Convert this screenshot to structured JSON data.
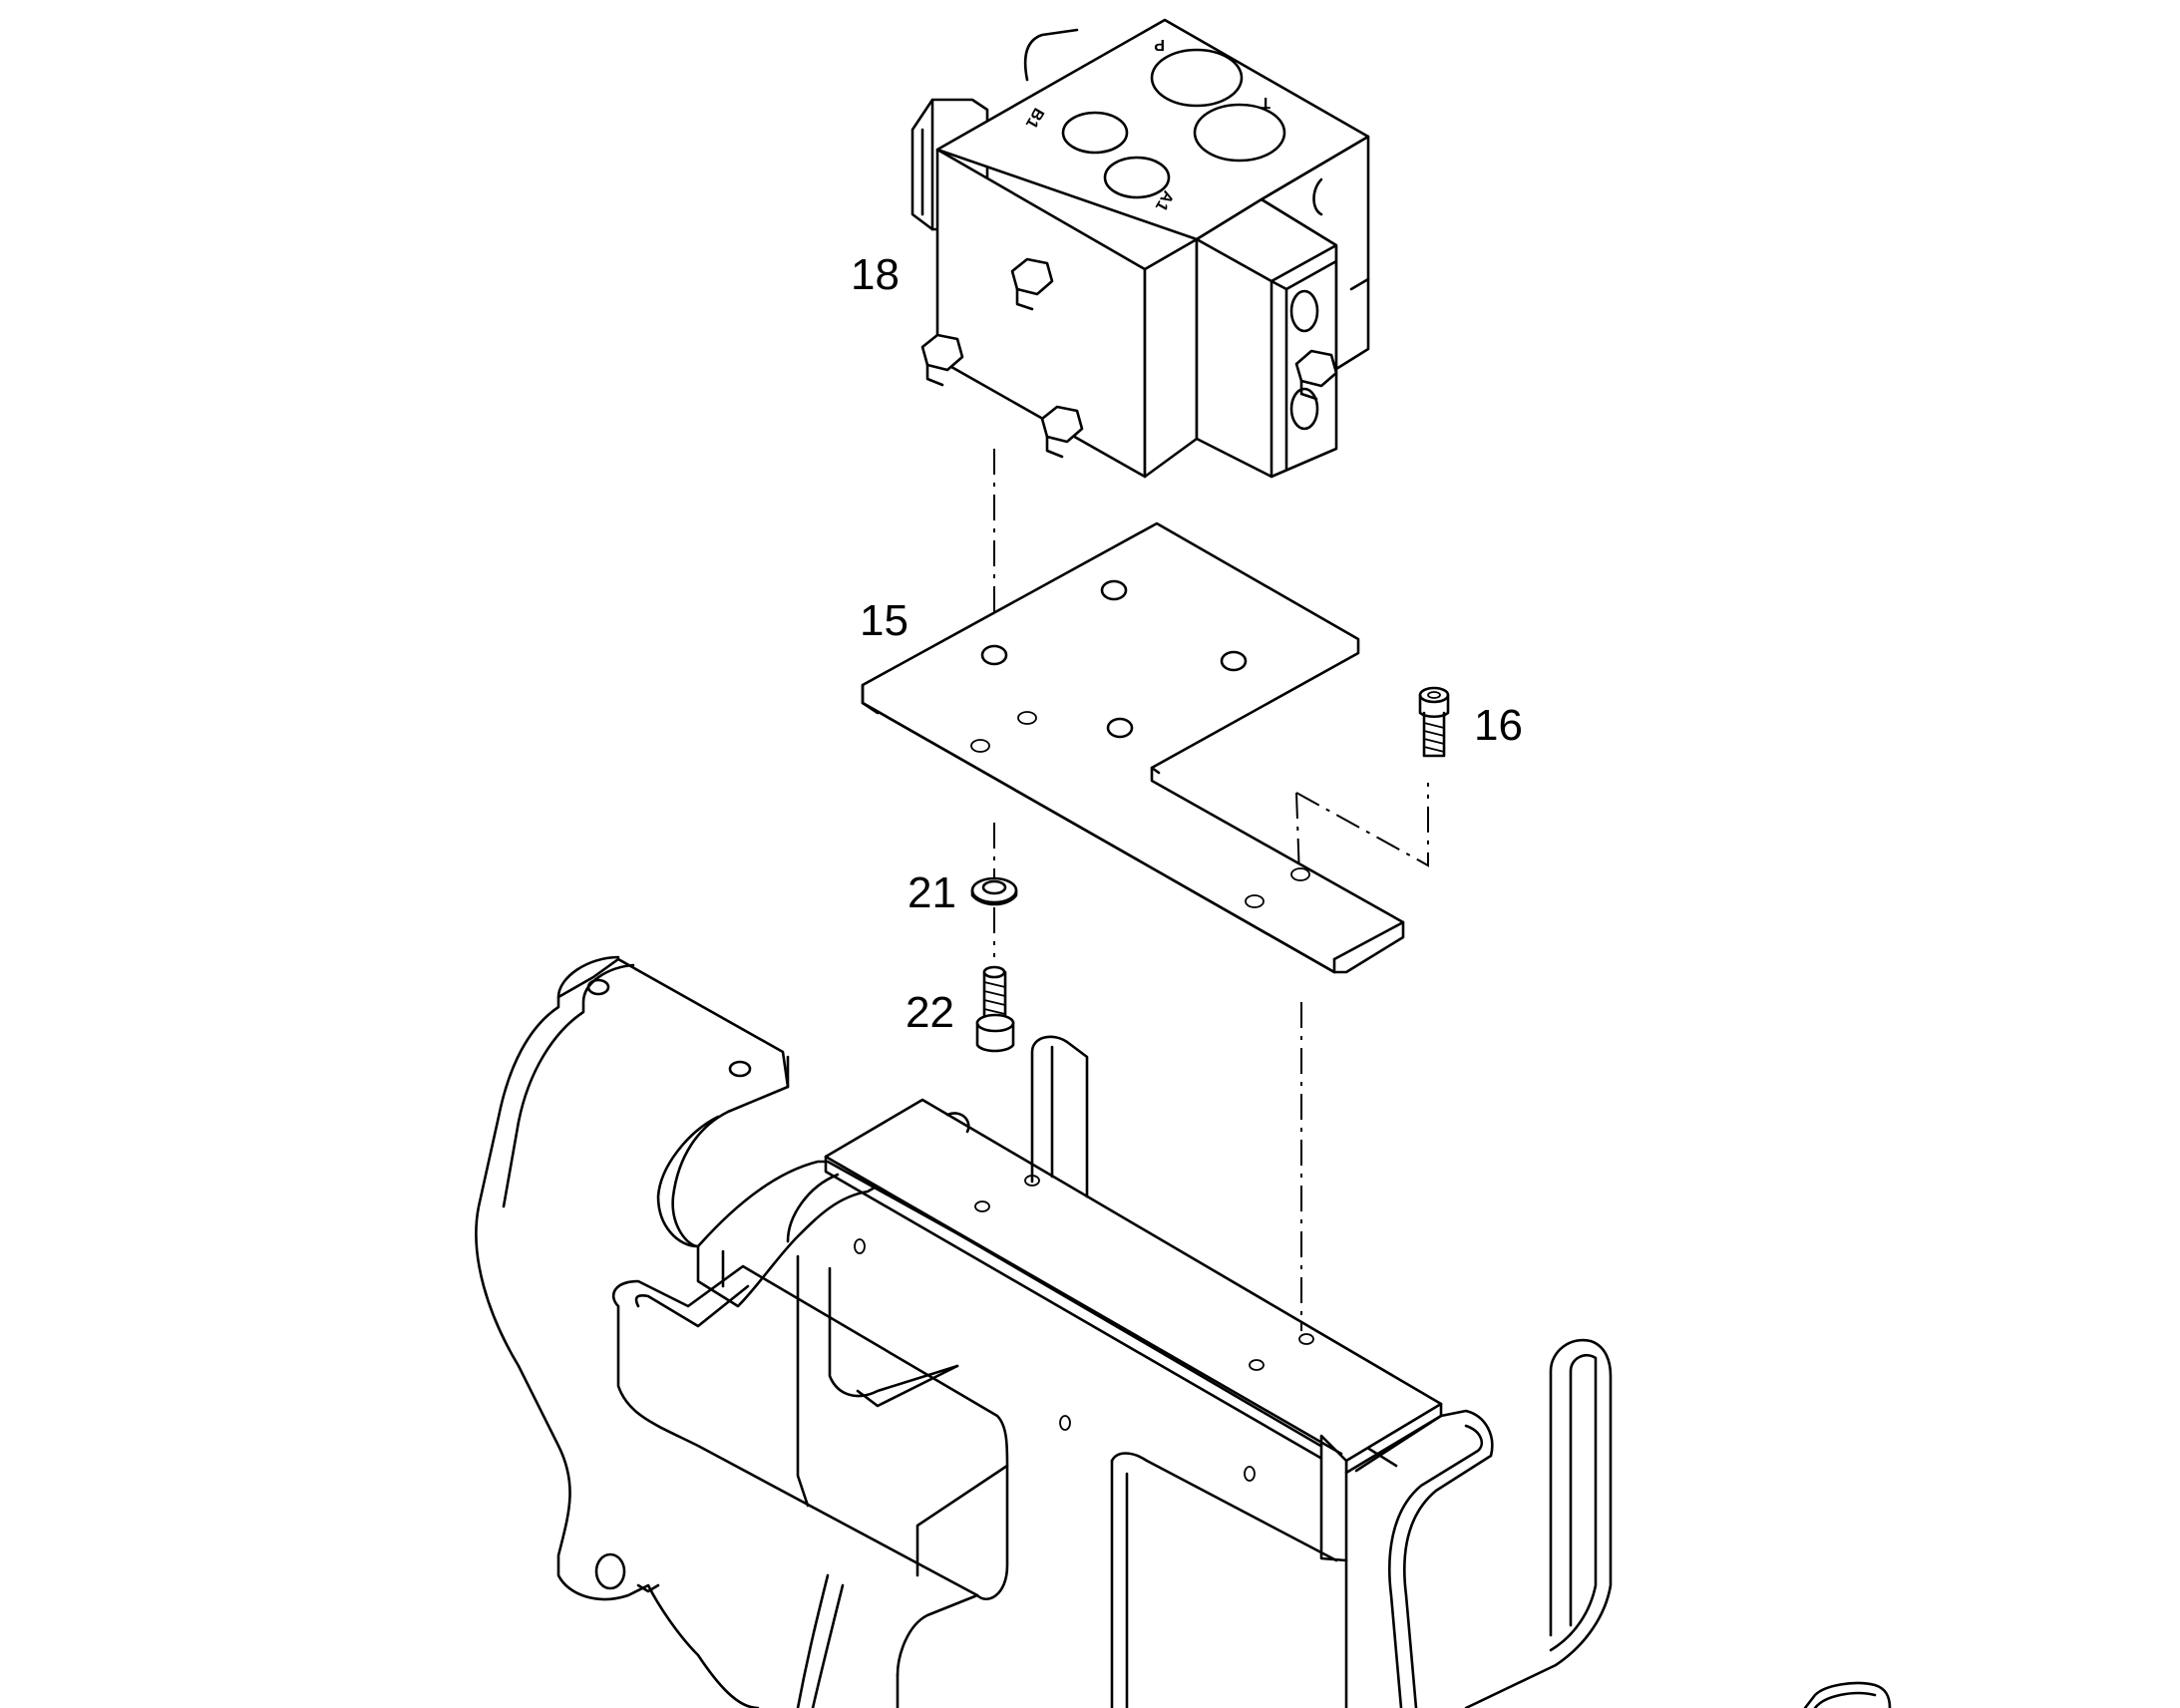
{
  "callouts": {
    "part_18": "18",
    "part_15": "15",
    "part_16": "16",
    "part_21": "21",
    "part_22": "22"
  },
  "port_markings": {
    "port_p": "P",
    "port_t": "T",
    "port_b1": "B1",
    "port_a1": "A1"
  },
  "colors": {
    "line": "#000000",
    "background": "#ffffff"
  }
}
